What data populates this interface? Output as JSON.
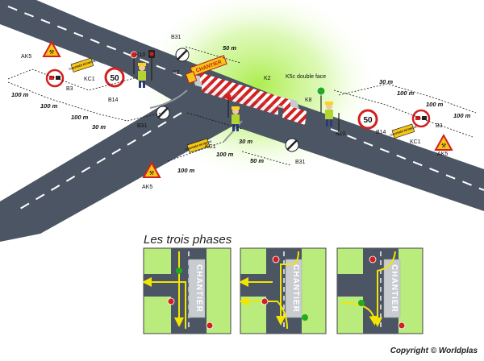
{
  "scene": {
    "labels": {
      "b31_top": "B31",
      "b31_left": "B31",
      "b31_bottom": "B31",
      "k10_left": "K10",
      "k10_right": "K10",
      "k2_left": "K2",
      "k2_right": "K2",
      "k5c": "K5c double face",
      "k8": "K8",
      "ak5_left_top": "AK5",
      "ak5_left_bottom": "AK5",
      "ak5_right": "AK5",
      "kc1_left_top": "KC1",
      "kc1_left_mid": "KC1",
      "kc1_right": "KC1",
      "b3_left": "B3",
      "b3_right": "B3",
      "b14_left": "B14",
      "b14_right": "B14"
    },
    "distances": {
      "top_50": "50 m",
      "left_100_a": "100 m",
      "left_100_b": "100 m",
      "left_100_c": "100 m",
      "left_30": "30 m",
      "mid_100_a": "100 m",
      "mid_100_b": "100 m",
      "mid_30": "30 m",
      "bottom_50": "50 m",
      "right_30": "30 m",
      "right_100_a": "100 m",
      "right_100_b": "100 m",
      "right_100_c": "100 m"
    },
    "sign_values": {
      "speed_limit": "50",
      "chantier_barrier": "CHANTIER",
      "kc1_text": "CHAUSSÉE RÉTRÉCIE"
    }
  },
  "phases": {
    "title": "Les trois phases",
    "chantier_label": "CHANTIER",
    "items": [
      {
        "name": "phase-1"
      },
      {
        "name": "phase-2"
      },
      {
        "name": "phase-3"
      }
    ]
  },
  "footer": {
    "copyright": "Copyright © Worldplas"
  },
  "colors": {
    "road": "#4b5563",
    "lane_marking": "#ffffff",
    "glow": "#b7f05a",
    "warning_yellow": "#f5c518",
    "red": "#d32020",
    "arrow_yellow": "#f2e600",
    "light_green": "#22aa22",
    "panel_grey": "#7a8088"
  }
}
